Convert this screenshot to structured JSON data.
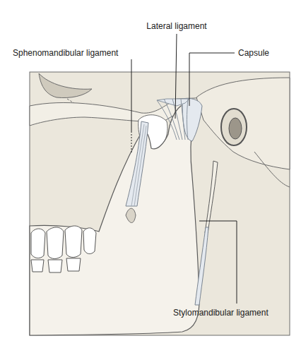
{
  "diagram": {
    "labels": [
      "Lateral ligament",
      "Sphenomandibular ligament",
      "Capsule",
      "Stylomandibular ligament"
    ]
  }
}
